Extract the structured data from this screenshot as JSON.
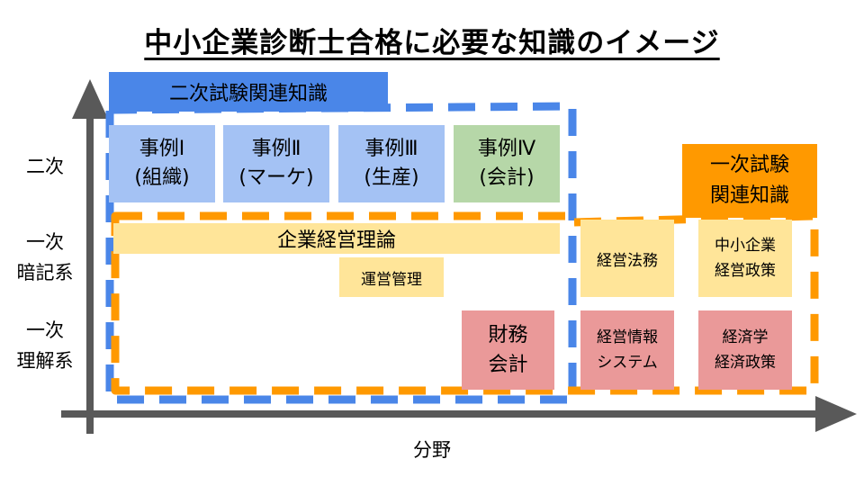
{
  "title": "中小企業診断士合格に必要な知識のイメージ",
  "axis": {
    "x_label": "分野",
    "y_labels": [
      "二次",
      "一次\n暗記系",
      "一次\n理解系"
    ]
  },
  "niji_group": {
    "label": "二次試験関連知識",
    "border_color": "#4a86e8",
    "fill_color": "#4a86e8"
  },
  "ichiji_group": {
    "label": "一次試験\n関連知識",
    "border_color": "#ff9900",
    "fill_color": "#ff9900"
  },
  "cases": [
    {
      "label": "事例Ⅰ\n(組織)",
      "color": "#a4c2f4"
    },
    {
      "label": "事例Ⅱ\n(マーケ)",
      "color": "#a4c2f4"
    },
    {
      "label": "事例Ⅲ\n(生産)",
      "color": "#a4c2f4"
    },
    {
      "label": "事例Ⅳ\n(会計)",
      "color": "#b6d7a8"
    }
  ],
  "subjects": {
    "kigyo_keiei_riron": "企業経営理論",
    "unei_kanri": "運営管理",
    "zaimu_kaikei": "財務\n会計",
    "keiei_houmu": "経営法務",
    "chusho_kigyo": "中小企業\n経営政策",
    "keiei_jouhou": "経営情報\nシステム",
    "keizaigaku": "経済学\n経済政策"
  },
  "colors": {
    "memorization": "#ffe599",
    "understanding": "#ea9999",
    "axis": "#595959"
  }
}
